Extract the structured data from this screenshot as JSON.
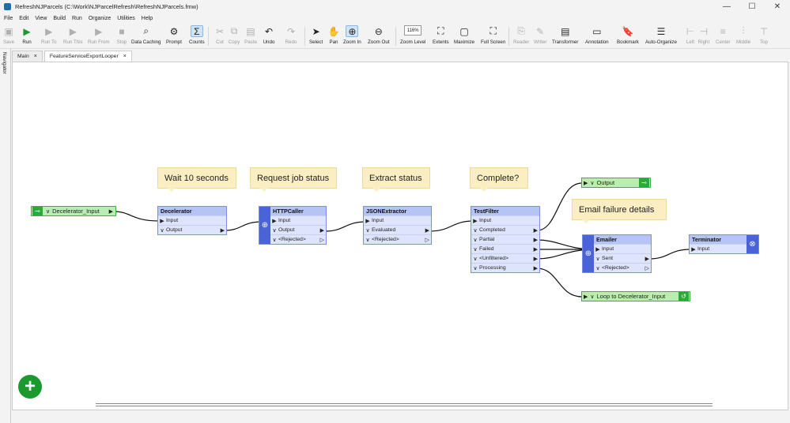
{
  "window": {
    "title": "RefreshNJParcels (C:\\Work\\NJParcelRefresh\\RefreshNJParcels.fmw)"
  },
  "menu": [
    "File",
    "Edit",
    "View",
    "Build",
    "Run",
    "Organize",
    "Utilities",
    "Help"
  ],
  "toolbar": {
    "save": "Save",
    "run": "Run",
    "run_to": "Run To",
    "run_this": "Run This",
    "run_from": "Run From",
    "stop": "Stop",
    "data_caching": "Data Caching",
    "prompt": "Prompt",
    "counts": "Counts",
    "cut": "Cut",
    "copy": "Copy",
    "paste": "Paste",
    "undo": "Undo",
    "redo": "Redo",
    "select": "Select",
    "pan": "Pan",
    "zoom_in": "Zoom In",
    "zoom_out": "Zoom Out",
    "zoom_level_value": "116%",
    "zoom_level": "Zoom Level",
    "extents": "Extents",
    "maximize": "Maximize",
    "full_screen": "Full Screen",
    "reader": "Reader",
    "writer": "Writer",
    "transformer": "Transformer",
    "annotation": "Annotation",
    "bookmark": "Bookmark",
    "auto_organize": "Auto-Organize",
    "left": "Left",
    "right": "Right",
    "center": "Center",
    "middle": "Middle",
    "top": "Top"
  },
  "navigator_label": "Navigator",
  "tabs": [
    {
      "label": "Main",
      "close": "×"
    },
    {
      "label": "FeatureServiceExportLooper",
      "close": "×"
    }
  ],
  "annotations": {
    "wait": "Wait 10 seconds",
    "request": "Request job status",
    "extract": "Extract status",
    "complete": "Complete?",
    "email": "Email failure details"
  },
  "bookmarks": {
    "input": "Decelerator_Input",
    "output": "Output",
    "loop": "Loop to Decelerator_Input"
  },
  "transformers": {
    "decelerator": {
      "name": "Decelerator",
      "ports": [
        "Input",
        "Output"
      ]
    },
    "httpcaller": {
      "name": "HTTPCaller",
      "ports": [
        "Input",
        "Output",
        "<Rejected>"
      ]
    },
    "jsonextractor": {
      "name": "JSONExtractor",
      "ports": [
        "Input",
        "Evaluated",
        "<Rejected>"
      ]
    },
    "testfilter": {
      "name": "TestFilter",
      "ports": [
        "Input",
        "Completed",
        "Partial",
        "Failed",
        "<Unfiltered>",
        "Processing"
      ]
    },
    "emailer": {
      "name": "Emailer",
      "ports": [
        "Input",
        "Sent",
        "<Rejected>"
      ]
    },
    "terminator": {
      "name": "Terminator",
      "ports": [
        "Input"
      ]
    }
  },
  "colors": {
    "transformer_fill": "#dde4fb",
    "transformer_header": "#b5c3f5",
    "transformer_side": "#4a63d8",
    "bookmark_green": "#b8eeb3",
    "annotation_yellow": "#fbeec3",
    "add_button": "#1a9a2e"
  }
}
